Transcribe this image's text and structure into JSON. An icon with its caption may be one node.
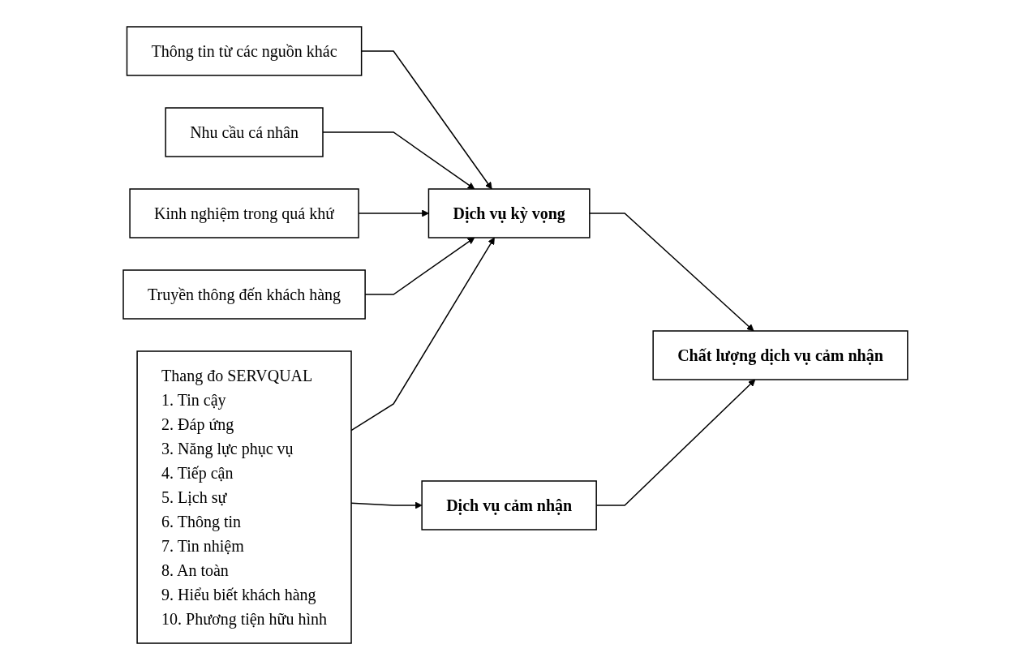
{
  "diagram": {
    "nodes": [
      {
        "text": [
          "Thông tin từ các nguồn khác"
        ]
      },
      {
        "text": [
          "Nhu cầu cá nhân"
        ]
      },
      {
        "text": [
          "Kinh nghiệm trong quá khứ"
        ]
      },
      {
        "text": [
          "Thang đo SERVQUAL",
          "1. Tin cậy",
          "2. Đáp ứng",
          "3. Năng lực phục vụ",
          "4. Tiếp cận",
          "5. Lịch sự",
          "6. Thông tin",
          "7. Tin nhiệm",
          "8. An toàn",
          "9. Hiểu biết khách hàng",
          "10. Phương tiện hữu hình"
        ]
      },
      {
        "text": [
          "Truyền thông đến khách hàng"
        ]
      },
      {
        "text": [
          "Dịch vụ kỳ vọng"
        ]
      },
      {
        "text": [
          "Dịch vụ cảm nhận"
        ]
      },
      {
        "text": [
          "Chất lượng dịch vụ cảm nhận"
        ]
      }
    ],
    "edges": [
      {
        "from": 0,
        "to": 5,
        "arrow": "to"
      },
      {
        "from": 1,
        "to": 5,
        "arrow": "to"
      },
      {
        "from": 2,
        "to": 5,
        "arrow": "to"
      },
      {
        "from": 4,
        "to": 5,
        "arrow": "to"
      },
      {
        "from": 3,
        "to": 5,
        "arrow": "to"
      },
      {
        "from": 3,
        "to": 6,
        "arrow": "to"
      },
      {
        "from": 5,
        "to": 7,
        "arrow": "to"
      },
      {
        "from": 6,
        "to": 7,
        "arrow": "to"
      }
    ]
  }
}
